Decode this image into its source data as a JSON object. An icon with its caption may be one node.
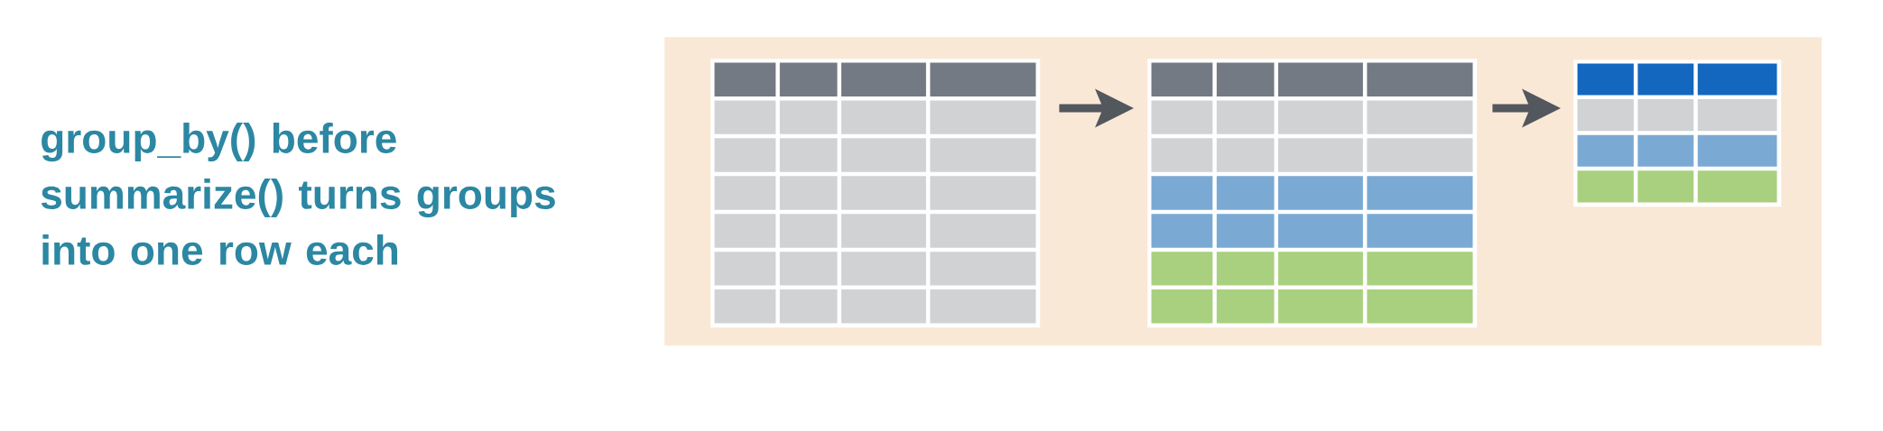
{
  "diagram": {
    "title": "group_by() before summarize() turns groups into one row each",
    "nodes": [
      {
        "text": [],
        "shape": "box"
      },
      {
        "text": [],
        "shape": "table",
        "in": 0
      },
      {
        "text": [],
        "shape": "table",
        "in": 0
      },
      {
        "text": [],
        "shape": "table",
        "in": 0
      }
    ],
    "edges": [
      {
        "from": 1,
        "to": 2,
        "arrow": "to"
      },
      {
        "from": 2,
        "to": 3,
        "arrow": "to"
      }
    ]
  }
}
